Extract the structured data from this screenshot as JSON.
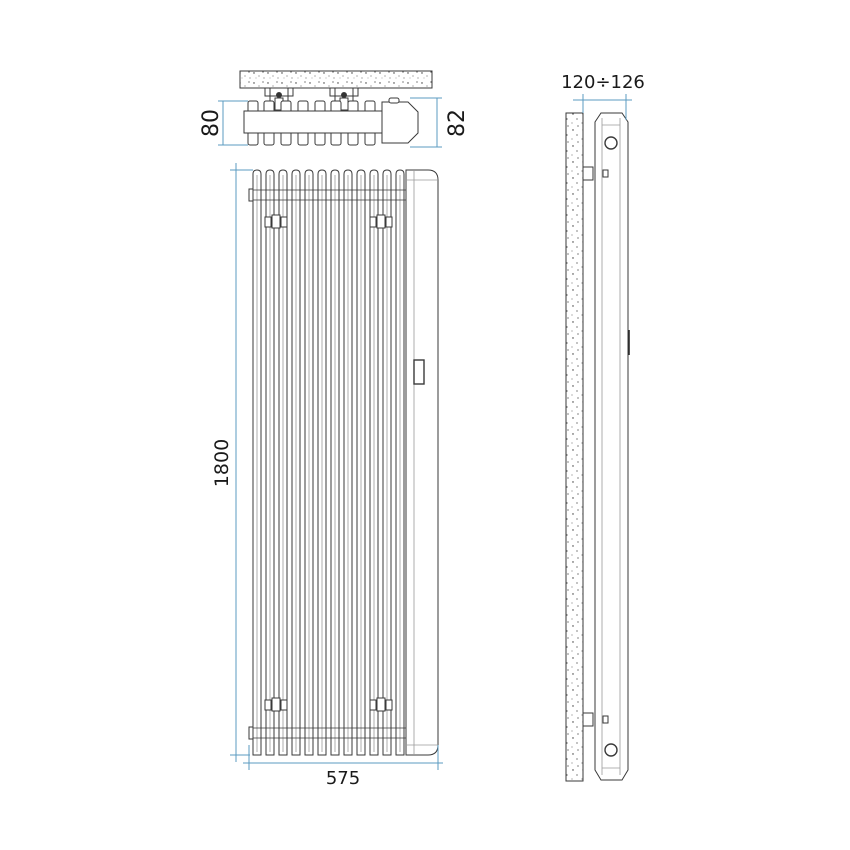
{
  "drawing": {
    "type": "technical drawing",
    "subject": "vertical tube radiator",
    "views": [
      "top view",
      "front view",
      "side view"
    ]
  },
  "dimensions": {
    "top_left_depth": "80",
    "top_right_depth": "82",
    "height": "1800",
    "width": "575",
    "wall_distance": "120÷126"
  },
  "colors": {
    "line": "#3a3a3a",
    "dimension_line": "#5b9bc0",
    "background": "#ffffff"
  },
  "front_view": {
    "tube_count": 12
  }
}
